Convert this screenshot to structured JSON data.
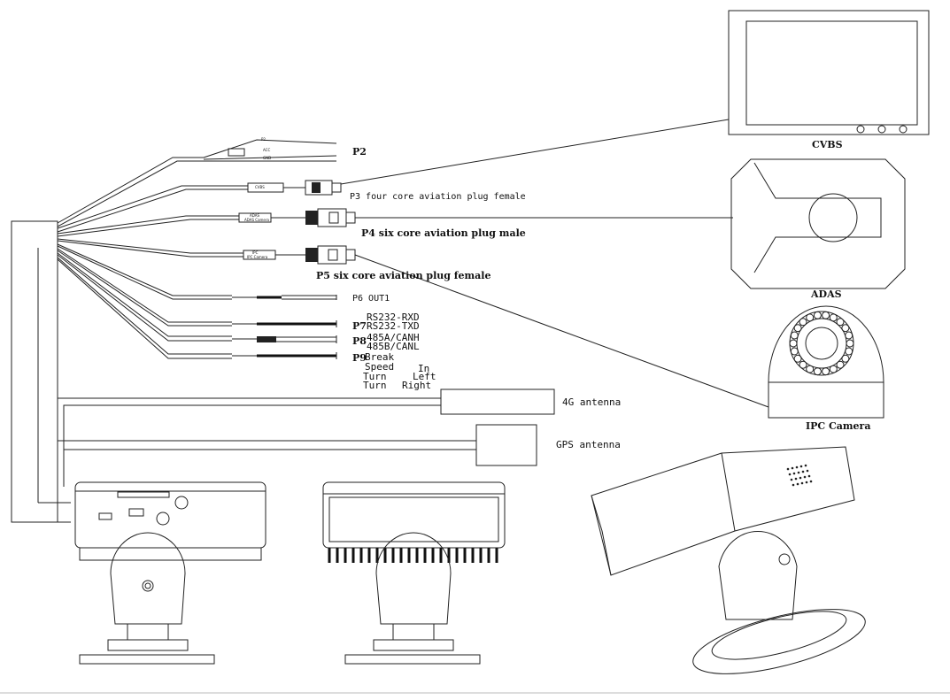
{
  "connectors": {
    "p2": "P2",
    "p3": "P3 four core aviation plug female",
    "p4": "P4 six core aviation plug male",
    "p5": "P5 six core aviation plug female",
    "p6": "P6 OUT1",
    "p7": "P7",
    "p7_rxd": "RS232-RXD",
    "p7_txd": "RS232-TXD",
    "p8": "P8",
    "p8_a": "485A/CANH",
    "p8_b": "485B/CANL",
    "p9": "P9",
    "p9_lines": [
      "Break",
      "Speed",
      "In",
      "Turn",
      "Left",
      "Turn",
      "Right"
    ]
  },
  "devices": {
    "cvbs": "CVBS",
    "adas": "ADAS",
    "ipc": "IPC Camera",
    "antenna_4g": "4G  antenna",
    "antenna_gps": "GPS antenna"
  },
  "cable_tags": {
    "p3_tag": "CVBS",
    "p4_tag": "ADAS",
    "p4_tag2": "ADAS Camera",
    "p5_tag": "IPC",
    "p5_tag2": "IPC Camera"
  },
  "colors": {
    "line": "#222222",
    "background": "#ffffff"
  }
}
